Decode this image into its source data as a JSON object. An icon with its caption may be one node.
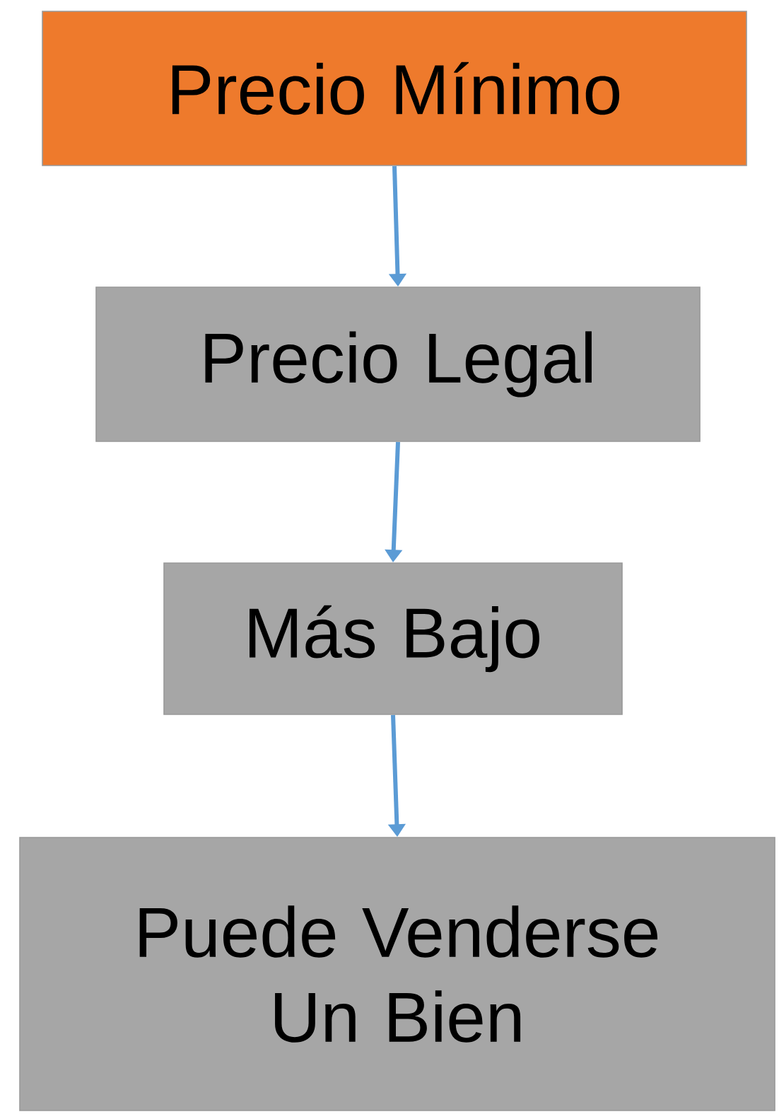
{
  "diagram": {
    "nodes": [
      {
        "text": [
          "Precio Mínimo"
        ]
      },
      {
        "text": [
          "Precio Legal"
        ]
      },
      {
        "text": [
          "Más Bajo"
        ]
      },
      {
        "text": [
          "Puede Venderse Un Bien"
        ]
      }
    ],
    "edges": [
      {
        "from": 0,
        "to": 1,
        "arrow": "to"
      },
      {
        "from": 1,
        "to": 2,
        "arrow": "to"
      },
      {
        "from": 2,
        "to": 3,
        "arrow": "to"
      }
    ]
  }
}
